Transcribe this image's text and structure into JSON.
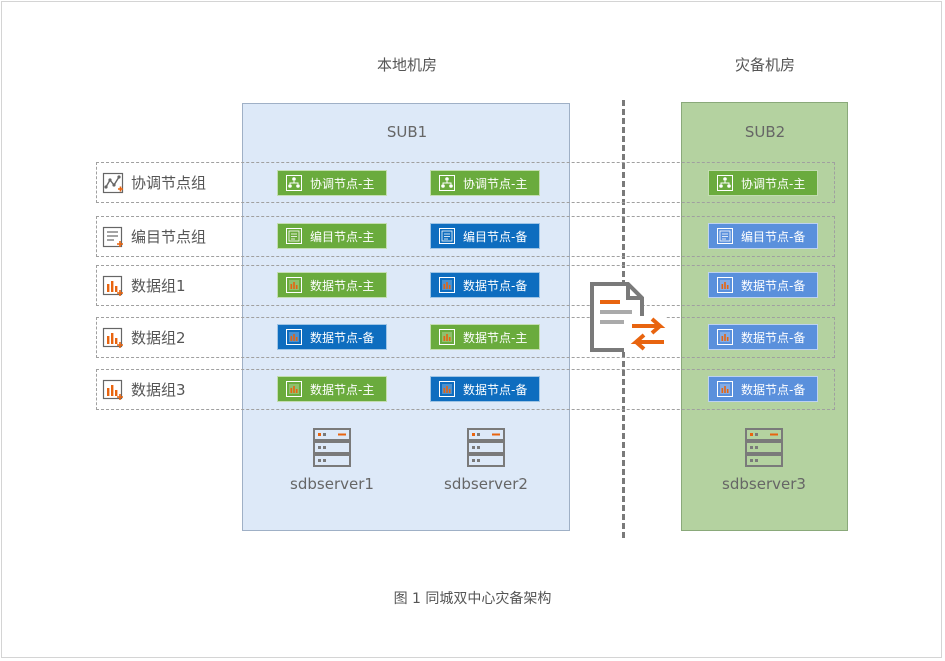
{
  "sites": {
    "local": "本地机房",
    "dr": "灾备机房"
  },
  "subs": {
    "sub1": "SUB1",
    "sub2": "SUB2"
  },
  "rows": [
    {
      "label": "协调节点组",
      "icon": "coord-group-icon"
    },
    {
      "label": "编目节点组",
      "icon": "catalog-group-icon"
    },
    {
      "label": "数据组1",
      "icon": "data-group-icon"
    },
    {
      "label": "数据组2",
      "icon": "data-group-icon"
    },
    {
      "label": "数据组3",
      "icon": "data-group-icon"
    }
  ],
  "nodes": {
    "coord": [
      "协调节点-主",
      "协调节点-主",
      "协调节点-主"
    ],
    "catalog": [
      "编目节点-主",
      "编目节点-备",
      "编目节点-备"
    ],
    "data1": [
      "数据节点-主",
      "数据节点-备",
      "数据节点-备"
    ],
    "data2": [
      "数据节点-备",
      "数据节点-主",
      "数据节点-备"
    ],
    "data3": [
      "数据节点-主",
      "数据节点-备",
      "数据节点-备"
    ]
  },
  "servers": [
    "sdbserver1",
    "sdbserver2",
    "sdbserver3"
  ],
  "caption": "图 1  同城双中心灾备架构",
  "colors": {
    "primary_green": "#6aab3d",
    "standby_blue": "#0e6dbf",
    "dr_standby_blue": "#5a90dc",
    "sub1_bg": "#dde9f8",
    "sub2_bg": "#b4d2a0",
    "sync_accent": "#e8640f"
  }
}
